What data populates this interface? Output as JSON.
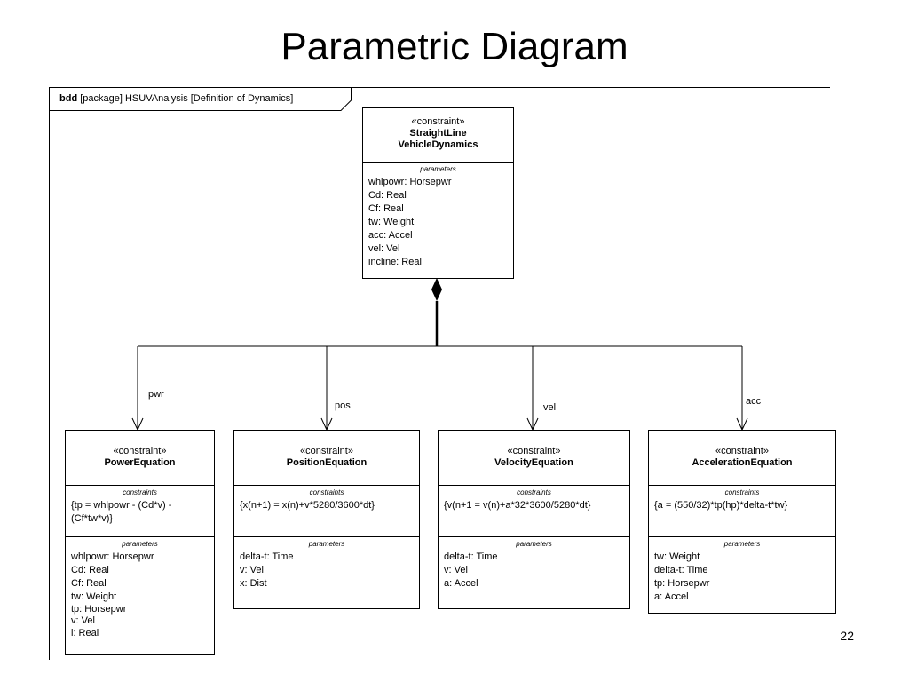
{
  "slide": {
    "title": "Parametric Diagram",
    "page_number": "22"
  },
  "frame": {
    "kind": "bdd",
    "label": "[package] HSUVAnalysis  [Definition of Dynamics]"
  },
  "root": {
    "stereotype": "«constraint»",
    "name_line1": "StraightLine",
    "name_line2": "VehicleDynamics",
    "params_title": "parameters",
    "params": [
      "whlpowr: Horsepwr",
      "Cd: Real",
      "Cf: Real",
      "tw: Weight",
      "acc: Accel",
      "vel: Vel",
      "incline: Real"
    ]
  },
  "children": [
    {
      "role": "pwr",
      "stereotype": "«constraint»",
      "name": "PowerEquation",
      "constraints_title": "constraints",
      "constraint": "{tp = whlpowr - (Cd*v) - (Cf*tw*v)}",
      "params_title": "parameters",
      "params": [
        "whlpowr: Horsepwr",
        "Cd: Real",
        "Cf: Real",
        "tw: Weight",
        "tp: Horsepwr",
        "v: Vel",
        "i: Real"
      ]
    },
    {
      "role": "pos",
      "stereotype": "«constraint»",
      "name": "PositionEquation",
      "constraints_title": "constraints",
      "constraint": "{x(n+1) = x(n)+v*5280/3600*dt}",
      "params_title": "parameters",
      "params": [
        "delta-t: Time",
        "v: Vel",
        "x: Dist"
      ]
    },
    {
      "role": "vel",
      "stereotype": "«constraint»",
      "name": "VelocityEquation",
      "constraints_title": "constraints",
      "constraint": "{v(n+1 = v(n)+a*32*3600/5280*dt}",
      "params_title": "parameters",
      "params": [
        "delta-t: Time",
        "v: Vel",
        "a: Accel"
      ]
    },
    {
      "role": "acc",
      "stereotype": "«constraint»",
      "name": "AccelerationEquation",
      "constraints_title": "constraints",
      "constraint": "{a = (550/32)*tp(hp)*delta-t*tw}",
      "params_title": "parameters",
      "params": [
        "tw: Weight",
        "delta-t: Time",
        "tp: Horsepwr",
        "a: Accel"
      ]
    }
  ]
}
